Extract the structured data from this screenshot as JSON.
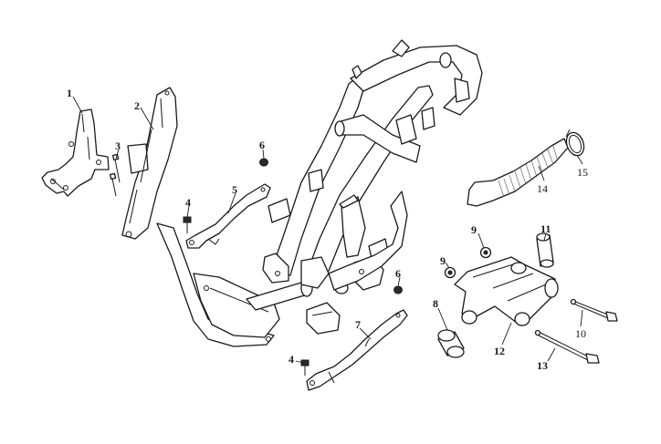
{
  "diagram": {
    "callouts": [
      {
        "id": "1",
        "label": "1"
      },
      {
        "id": "2",
        "label": "2"
      },
      {
        "id": "3",
        "label": "3"
      },
      {
        "id": "4a",
        "label": "4"
      },
      {
        "id": "4b",
        "label": "4"
      },
      {
        "id": "5",
        "label": "5"
      },
      {
        "id": "6a",
        "label": "6"
      },
      {
        "id": "6b",
        "label": "6"
      },
      {
        "id": "7",
        "label": "7"
      },
      {
        "id": "8",
        "label": "8"
      },
      {
        "id": "9a",
        "label": "9"
      },
      {
        "id": "9b",
        "label": "9"
      },
      {
        "id": "10",
        "label": "10"
      },
      {
        "id": "11",
        "label": "11"
      },
      {
        "id": "12",
        "label": "12"
      },
      {
        "id": "13",
        "label": "13"
      },
      {
        "id": "14",
        "label": "14"
      },
      {
        "id": "15",
        "label": "15"
      }
    ]
  }
}
